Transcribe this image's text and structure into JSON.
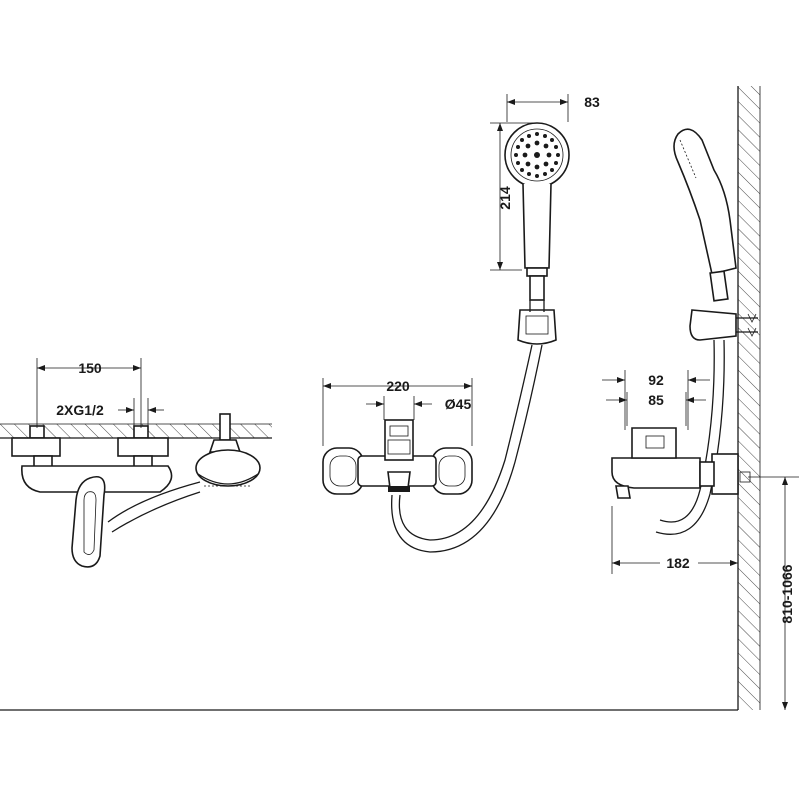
{
  "dimensions": {
    "left_spacing": "150",
    "left_thread": "2XG1/2",
    "front_width": "220",
    "front_diameter": "Ø45",
    "handshower_width": "83",
    "handshower_length": "214",
    "side_depth_92": "92",
    "side_depth_85": "85",
    "side_projection": "182",
    "side_height": "810-1066"
  }
}
